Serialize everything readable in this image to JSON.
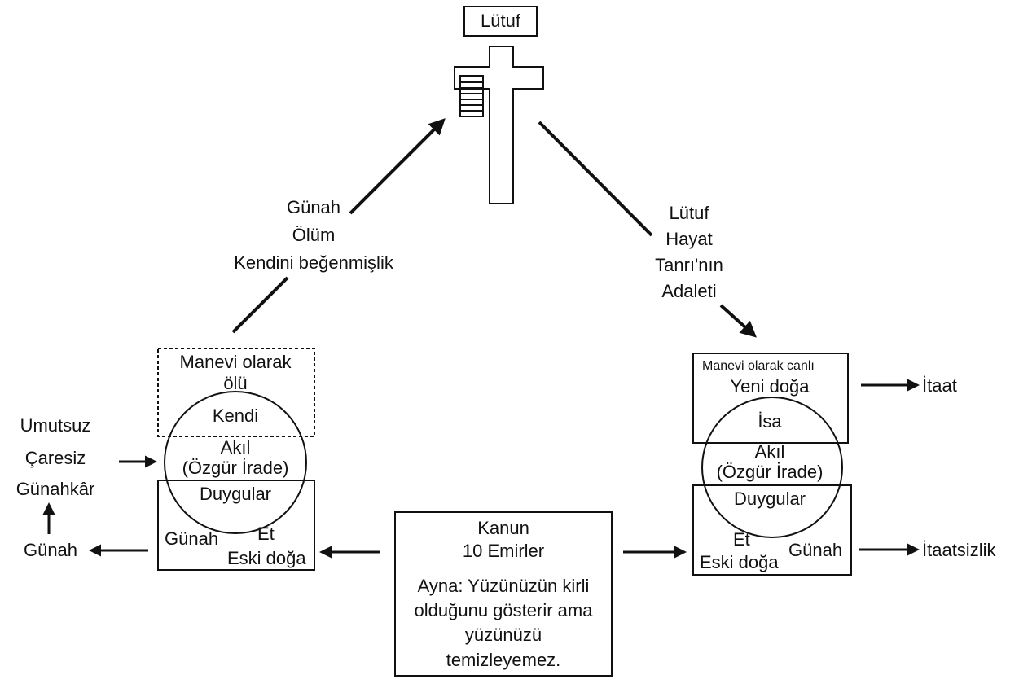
{
  "colors": {
    "ink": "#111111",
    "background": "#ffffff"
  },
  "top": {
    "label": "Lütuf"
  },
  "left_path": {
    "lines": [
      "Günah",
      "Ölüm",
      "Kendini beğenmişlik"
    ]
  },
  "right_path": {
    "lines": [
      "Lütuf",
      "Hayat",
      "Tanrı'nın",
      "Adaleti"
    ]
  },
  "left_person": {
    "header_lines": [
      "Manevi olarak",
      "ölü"
    ],
    "circle_top": "Kendi",
    "mind_lines": [
      "Akıl",
      "(Özgür İrade)"
    ],
    "emotions": "Duygular",
    "sin": "Günah",
    "flesh": "Et",
    "old_nature": "Eski doğa"
  },
  "left_outcome": {
    "state_lines": [
      "Umutsuz",
      "Çaresiz",
      "Günahkâr"
    ],
    "sin": "Günah"
  },
  "right_person": {
    "header_small": "Manevi olarak canlı",
    "header": "Yeni doğa",
    "circle_top": "İsa",
    "mind_lines": [
      "Akıl",
      "(Özgür İrade)"
    ],
    "emotions": "Duygular",
    "flesh": "Et",
    "old_nature": "Eski doğa",
    "sin": "Günah"
  },
  "right_outcomes": {
    "obedience": "İtaat",
    "disobedience": "İtaatsizlik"
  },
  "law": {
    "title_lines": [
      "Kanun",
      "10 Emirler"
    ],
    "mirror_lines": [
      "Ayna: Yüzünüzün kirli",
      "olduğunu gösterir ama",
      "yüzünüzü",
      "temizleyemez."
    ]
  }
}
